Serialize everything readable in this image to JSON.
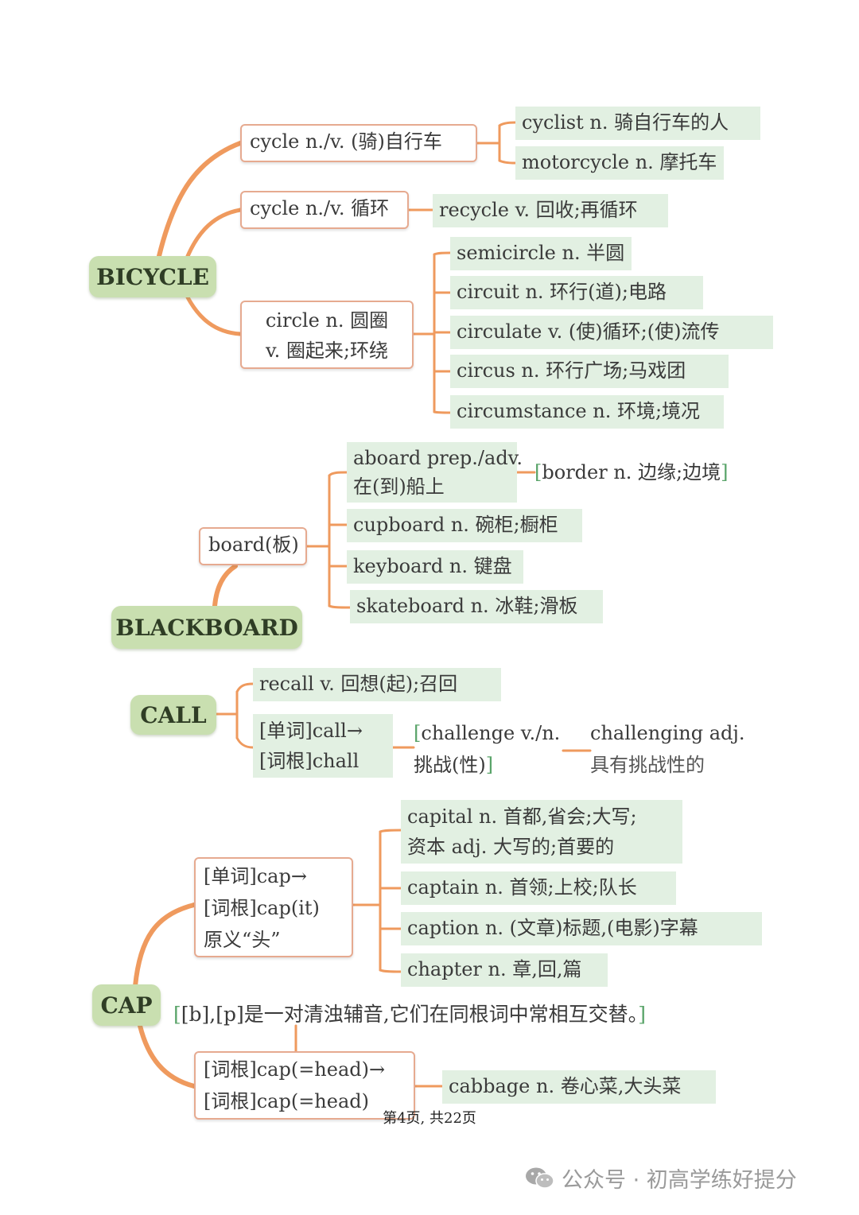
{
  "roots": {
    "bicycle": "BICYCLE",
    "blackboard": "BLACKBOARD",
    "call": "CALL",
    "cap": "CAP"
  },
  "bicycle": {
    "cycle_ride": "cycle n./v. (骑)自行车",
    "cyclist": "cyclist n. 骑自行车的人",
    "motorcycle": "motorcycle n. 摩托车",
    "cycle_loop": "cycle n./v. 循环",
    "recycle": "recycle v. 回收;再循环",
    "circle_l1": "circle n. 圆圈",
    "circle_l2": "v. 圈起来;环绕",
    "semicircle": "semicircle n. 半圆",
    "circuit": "circuit n. 环行(道);电路",
    "circulate": "circulate v. (使)循环;(使)流传",
    "circus": "circus n. 环行广场;马戏团",
    "circumstance": "circumstance n. 环境;境况"
  },
  "blackboard": {
    "board": "board(板)",
    "aboard_l1": "aboard prep./adv.",
    "aboard_l2": "在(到)船上",
    "border": "border n. 边缘;边境",
    "cupboard": "cupboard n. 碗柜;橱柜",
    "keyboard": "keyboard n. 键盘",
    "skateboard": "skateboard n. 冰鞋;滑板"
  },
  "call": {
    "recall": "recall v. 回想(起);召回",
    "word_l1": "[单词]call→",
    "word_l2": "[词根]chall",
    "challenge_l1": "challenge v./n.",
    "challenge_l2": "挑战(性)",
    "challenging_l1": "challenging adj.",
    "challenging_l2": "具有挑战性的"
  },
  "cap": {
    "word_l1": "[单词]cap→",
    "word_l2": "[词根]cap(it)",
    "word_l3": "原义“头”",
    "capital_l1": "capital n. 首都,省会;大写;",
    "capital_l2": "资本 adj. 大写的;首要的",
    "captain": "captain n. 首领;上校;队长",
    "caption": "caption n. (文章)标题,(电影)字幕",
    "chapter": "chapter n. 章,回,篇",
    "note": "[b],[p]是一对清浊辅音,它们在同根词中常相互交替。",
    "root_l1": "[词根]cap(=head)→",
    "root_l2": "[词根]cap(=head)",
    "cabbage": "cabbage n. 卷心菜,大头菜"
  },
  "footer": "第4页, 共22页",
  "watermark": "公众号 · 初高学练好提分",
  "colors": {
    "line": "#ef9a5e",
    "leaf_bg": "#e2f0e2",
    "root_bg": "#c9dfb0",
    "box_border": "#e6aa90"
  }
}
